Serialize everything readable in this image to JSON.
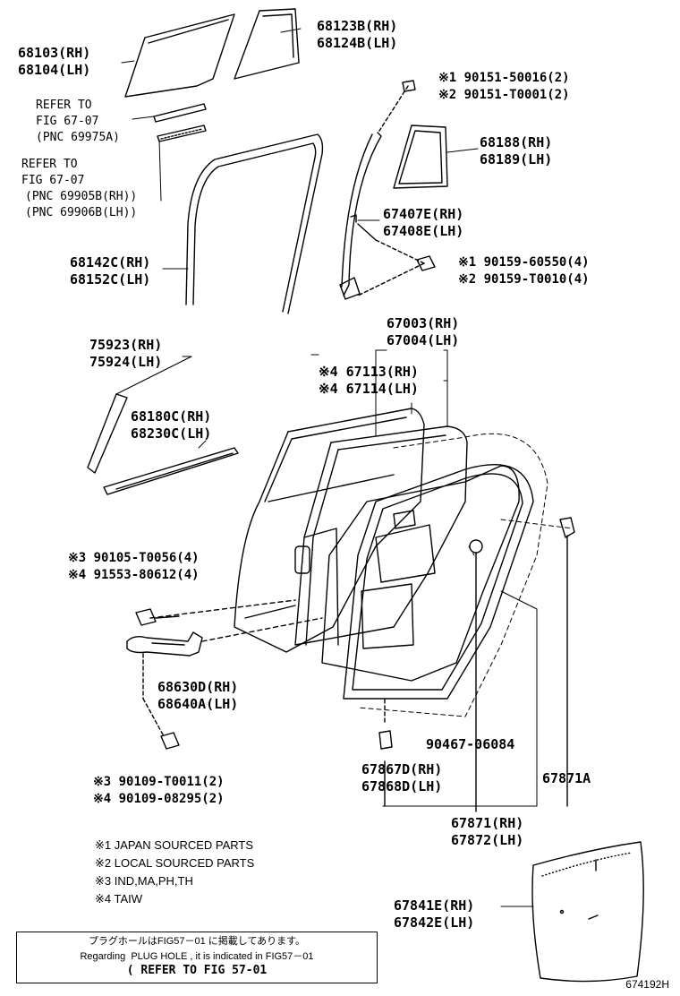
{
  "labels": {
    "glass_main": [
      "68103(RH)",
      "68104(LH)"
    ],
    "glass_quarter": [
      "68123B(RH)",
      "68124B(LH)"
    ],
    "bolt_top": [
      "※1 90151-50016(2)",
      "※2 90151-T0001(2)"
    ],
    "channel_seal": [
      "68188(RH)",
      "68189(LH)"
    ],
    "run_channel": [
      "67407E(RH)",
      "67408E(LH)"
    ],
    "bolt_channel": [
      "※1 90159-60550(4)",
      "※2 90159-T0010(4)"
    ],
    "weatherstrip_glass": [
      "68142C(RH)",
      "68152C(LH)"
    ],
    "door_panel": [
      "67003(RH)",
      "67004(LH)"
    ],
    "pillar_garnish": [
      "75923(RH)",
      "75924(LH)"
    ],
    "door_frame": [
      "※4 67113(RH)",
      "※4 67114(LH)"
    ],
    "belt_strip": [
      "68180C(RH)",
      "68230C(LH)"
    ],
    "hinge_bolts": [
      "※3 90105-T0056(4)",
      "※4 91553-80612(4)"
    ],
    "check_assy": [
      "68630D(RH)",
      "68640A(LH)"
    ],
    "check_bolts": [
      "※3 90109-T0011(2)",
      "※4 90109-08295(2)"
    ],
    "plug": [
      "90467-06084"
    ],
    "clip": [
      "67867D(RH)",
      "67868D(LH)"
    ],
    "weatherstrip_single": [
      "67871A"
    ],
    "weatherstrip_door": [
      "67871(RH)",
      "67872(LH)"
    ],
    "service_cover": [
      "67841E(RH)",
      "67842E(LH)"
    ]
  },
  "refer1": [
    "REFER TO",
    "FIG 67-07",
    "(PNC 69975A)"
  ],
  "refer2": [
    "REFER TO",
    "FIG 67-07",
    "(PNC 69905B(RH))",
    "(PNC 69906B(LH))"
  ],
  "notes": [
    "※1 JAPAN SOURCED PARTS",
    "※2 LOCAL SOURCED PARTS",
    "※3 IND,MA,PH,TH",
    "※4 TAIW"
  ],
  "refer_box": [
    "プラグホールはFIG57－01 に掲載してあります。",
    "Regarding  PLUG HOLE , it is indicated in FIG57－01",
    "( REFER TO FIG 57-01"
  ],
  "figure_code": "674192H"
}
